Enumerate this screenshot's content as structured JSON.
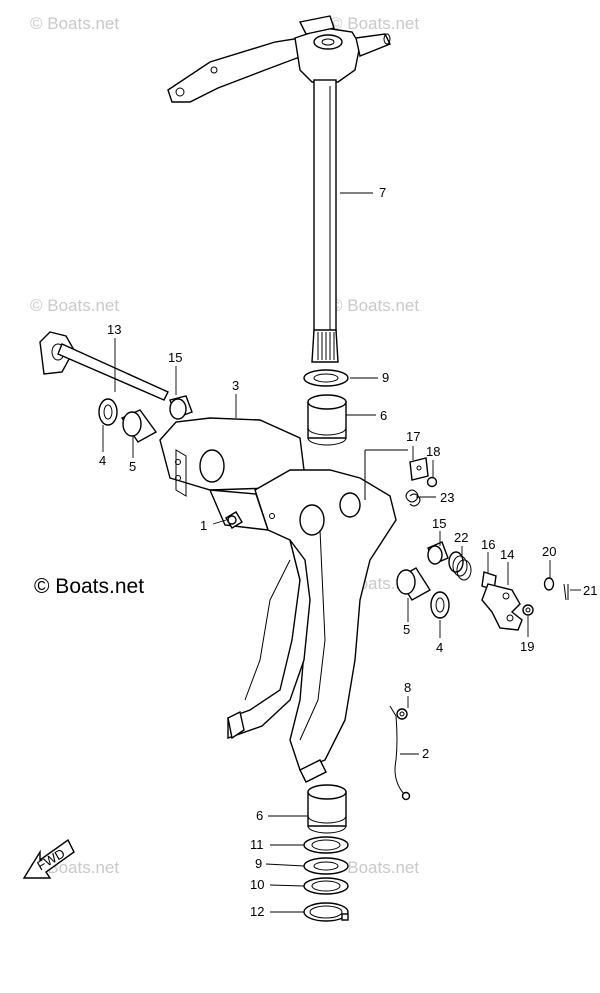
{
  "watermark": "© Boats.net",
  "copyright": "© Boats.net",
  "fwd_label": "FWD",
  "callouts": {
    "c1": "1",
    "c2": "2",
    "c3": "3",
    "c4a": "4",
    "c4b": "4",
    "c5a": "5",
    "c5b": "5",
    "c6a": "6",
    "c6b": "6",
    "c7": "7",
    "c8": "8",
    "c9a": "9",
    "c9b": "9",
    "c10": "10",
    "c11": "11",
    "c12": "12",
    "c13": "13",
    "c14": "14",
    "c15a": "15",
    "c15b": "15",
    "c16": "16",
    "c17": "17",
    "c18": "18",
    "c19": "19",
    "c20": "20",
    "c21": "21",
    "c22": "22",
    "c23": "23"
  }
}
